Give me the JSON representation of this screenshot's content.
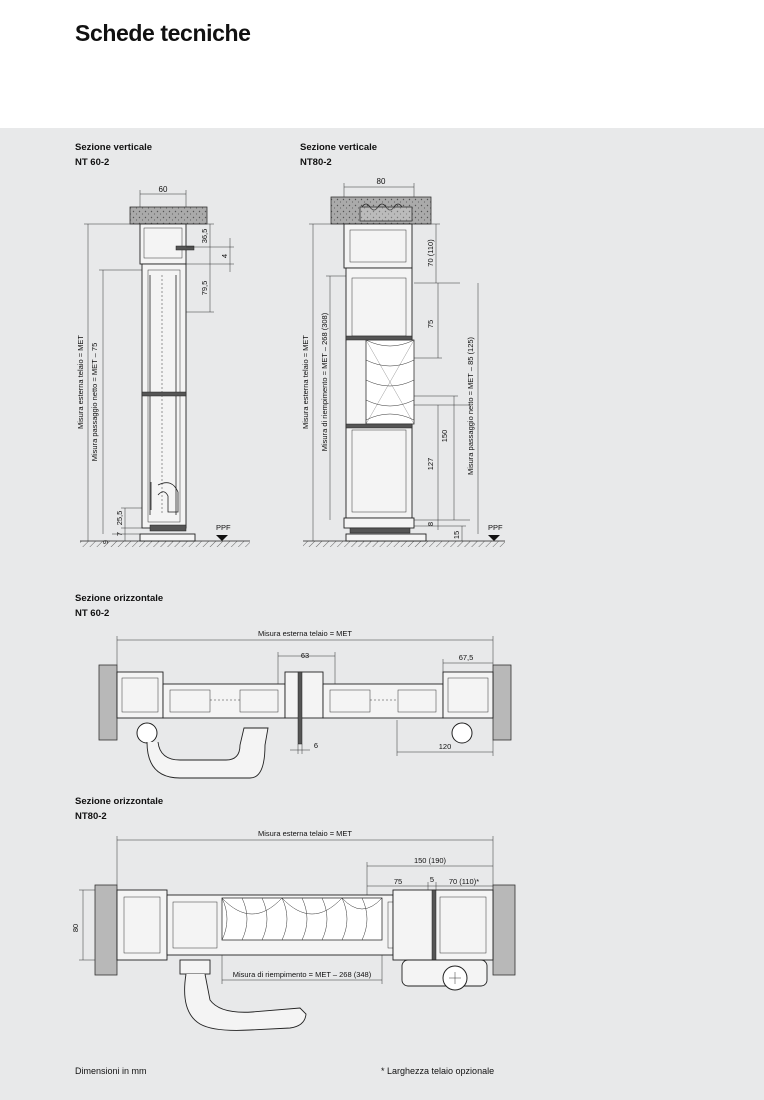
{
  "header": {
    "title": "Schede tecniche"
  },
  "sections": {
    "v60": {
      "title": "Sezione verticale",
      "model": "NT 60-2"
    },
    "v80": {
      "title": "Sezione verticale",
      "model": "NT80-2"
    },
    "h60": {
      "title": "Sezione orizzontale",
      "model": "NT 60-2"
    },
    "h80": {
      "title": "Sezione orizzontale",
      "model": "NT80-2"
    }
  },
  "dims": {
    "v60": {
      "width": "60",
      "d365": "36,5",
      "d4": "4",
      "d795": "79,5",
      "d255": "25,5",
      "d7": "7",
      "d9": "9",
      "met": "Misura esterna telaio = MET",
      "passaggio": "Misura passaggio netto = MET – 75",
      "ppf": "PPF"
    },
    "v80": {
      "width": "80",
      "d70": "70 (110)",
      "d75": "75",
      "d127": "127",
      "d150": "150",
      "d8": "8",
      "d15": "15",
      "met": "Misura esterna telaio = MET",
      "riempimento": "Misura di riempimento = MET – 268 (308)",
      "passaggio": "Misura passaggio netto = MET – 85 (125)",
      "ppf": "PPF"
    },
    "h60": {
      "met": "Misura esterna telaio = MET",
      "d63": "63",
      "d675": "67,5",
      "d6": "6",
      "d120": "120"
    },
    "h80": {
      "met": "Misura esterna telaio = MET",
      "d150": "150 (190)",
      "d75": "75",
      "d5": "5",
      "d70": "70 (110)*",
      "d80": "80",
      "riempimento": "Misura di riempimento = MET – 268 (348)"
    }
  },
  "footer": {
    "units": "Dimensioni in mm",
    "note": "*  Larghezza telaio opzionale"
  }
}
